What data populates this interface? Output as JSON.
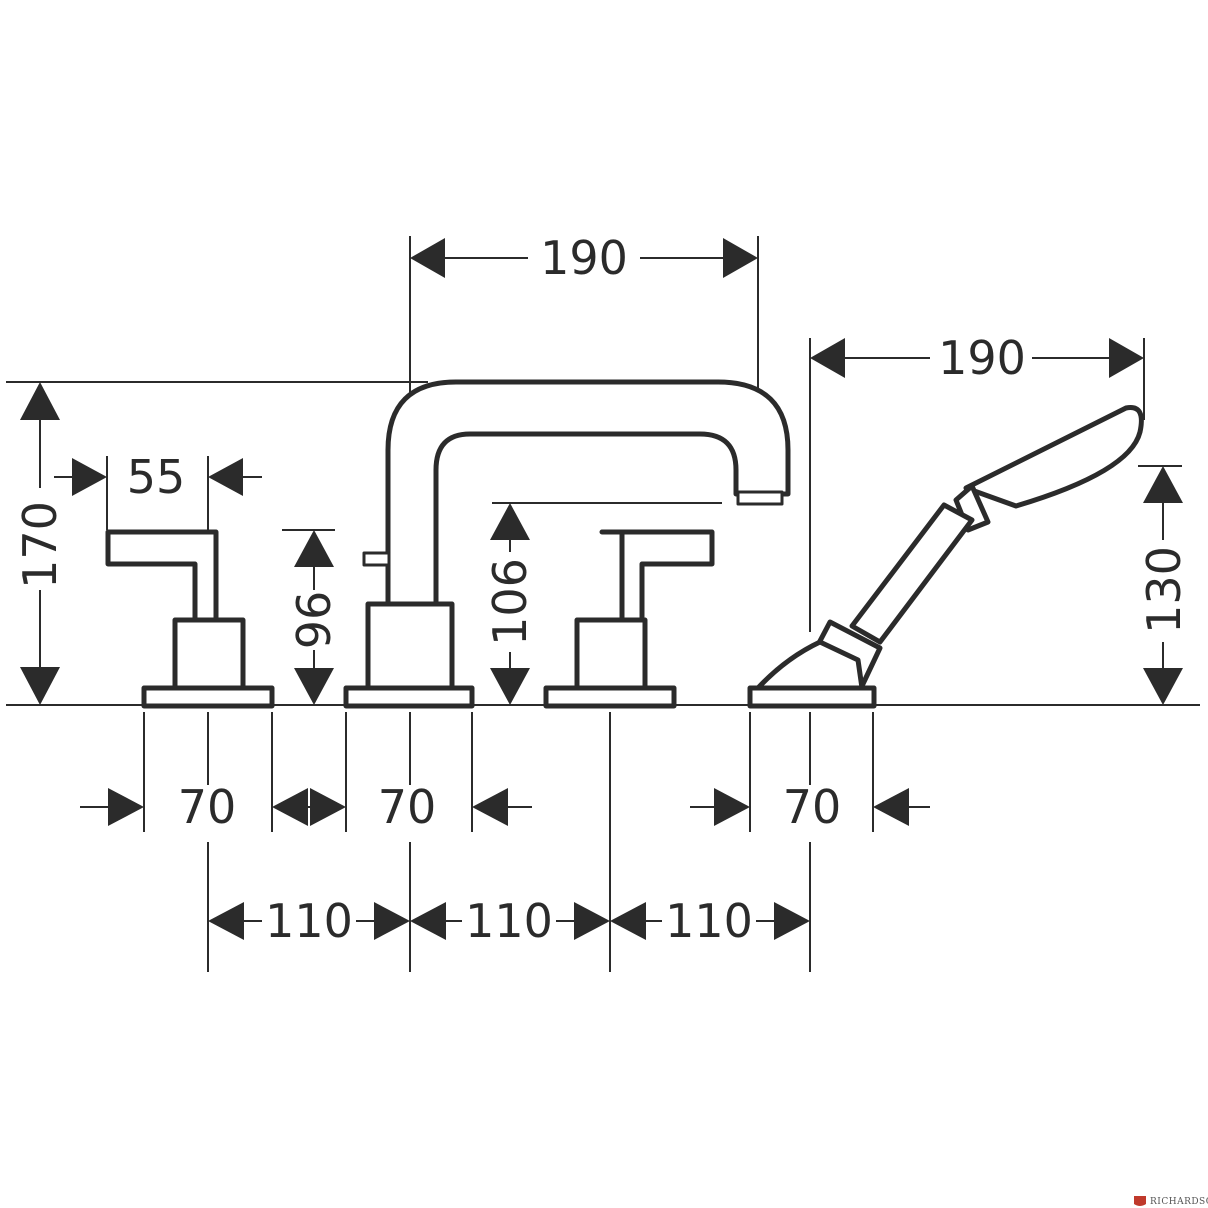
{
  "dimensions": {
    "spout_reach": "190",
    "handshower_length": "190",
    "total_height": "170",
    "handle_length": "55",
    "handle_valve_height": "96",
    "spout_outlet_height": "106",
    "handshower_height": "130",
    "base_width_left": "70",
    "base_width_center": "70",
    "base_width_right": "70",
    "spacing_1": "110",
    "spacing_2": "110",
    "spacing_3": "110"
  },
  "watermark": {
    "text": "RICHARDSON",
    "logo_color": "#c0392b"
  },
  "colors": {
    "line": "#2b2b2b",
    "background": "#ffffff"
  }
}
